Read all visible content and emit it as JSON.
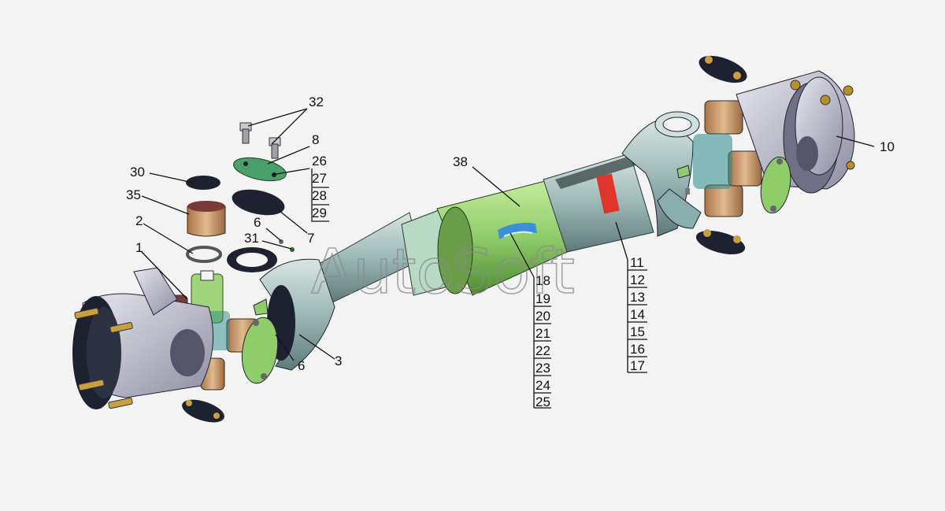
{
  "watermark": "AutoSoft",
  "colors": {
    "background": "#f3f3f3",
    "flange": "#c9c9d6",
    "dark": "#1e2230",
    "green": "#8fcc6a",
    "bearing": "#c79a6c",
    "teal": "#9dbfbe",
    "red_tag": "#e0352a",
    "blue_tag": "#3a8fd8"
  },
  "labels": {
    "l1": "1",
    "l2": "2",
    "l3": "3",
    "l6a": "6",
    "l6b": "6",
    "l7": "7",
    "l8": "8",
    "l10": "10",
    "l11": "11",
    "l12": "12",
    "l13": "13",
    "l14": "14",
    "l15": "15",
    "l16": "16",
    "l17": "17",
    "l18": "18",
    "l19": "19",
    "l20": "20",
    "l21": "21",
    "l22": "22",
    "l23": "23",
    "l24": "24",
    "l25": "25",
    "l26": "26",
    "l27": "27",
    "l28": "28",
    "l29": "29",
    "l30": "30",
    "l31": "31",
    "l32": "32",
    "l35": "35",
    "l38": "38"
  }
}
